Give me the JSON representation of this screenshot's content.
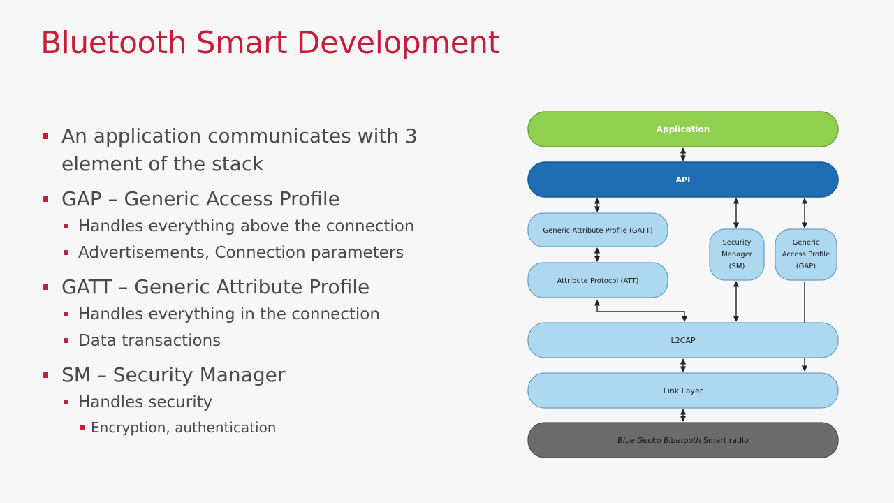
{
  "slide": {
    "title": "Bluetooth Smart Development"
  },
  "bullets": [
    {
      "level": 1,
      "text": "An application communicates with 3 element of the stack"
    },
    {
      "level": 1,
      "text": "GAP – Generic Access Profile"
    },
    {
      "level": 2,
      "text": "Handles everything above the connection"
    },
    {
      "level": 2,
      "text": "Advertisements, Connection parameters"
    },
    {
      "level": 1,
      "text": "GATT – Generic Attribute Profile"
    },
    {
      "level": 2,
      "text": "Handles everything in the connection"
    },
    {
      "level": 2,
      "text": "Data transactions"
    },
    {
      "level": 1,
      "text": "SM – Security Manager"
    },
    {
      "level": 2,
      "text": "Handles security"
    },
    {
      "level": 3,
      "text": "Encryption, authentication"
    }
  ],
  "diagram": {
    "application": "Application",
    "api": "API",
    "gatt": "Generic Attribute Profile (GATT)",
    "att": "Attribute Protocol (ATT)",
    "sm": [
      "Security",
      "Manager",
      "(SM)"
    ],
    "gap": [
      "Generic",
      "Access Profile",
      "(GAP)"
    ],
    "l2cap": "L2CAP",
    "link_layer": "Link Layer",
    "radio_italic": "Blue Gecko Bluetooth",
    "radio_rest": " Smart radio",
    "colors": {
      "application": "#8fd14f",
      "api": "#1f6db2",
      "stack": "#aed8f0",
      "radio": "#6b6b6b",
      "accent": "#c41e3a"
    }
  }
}
